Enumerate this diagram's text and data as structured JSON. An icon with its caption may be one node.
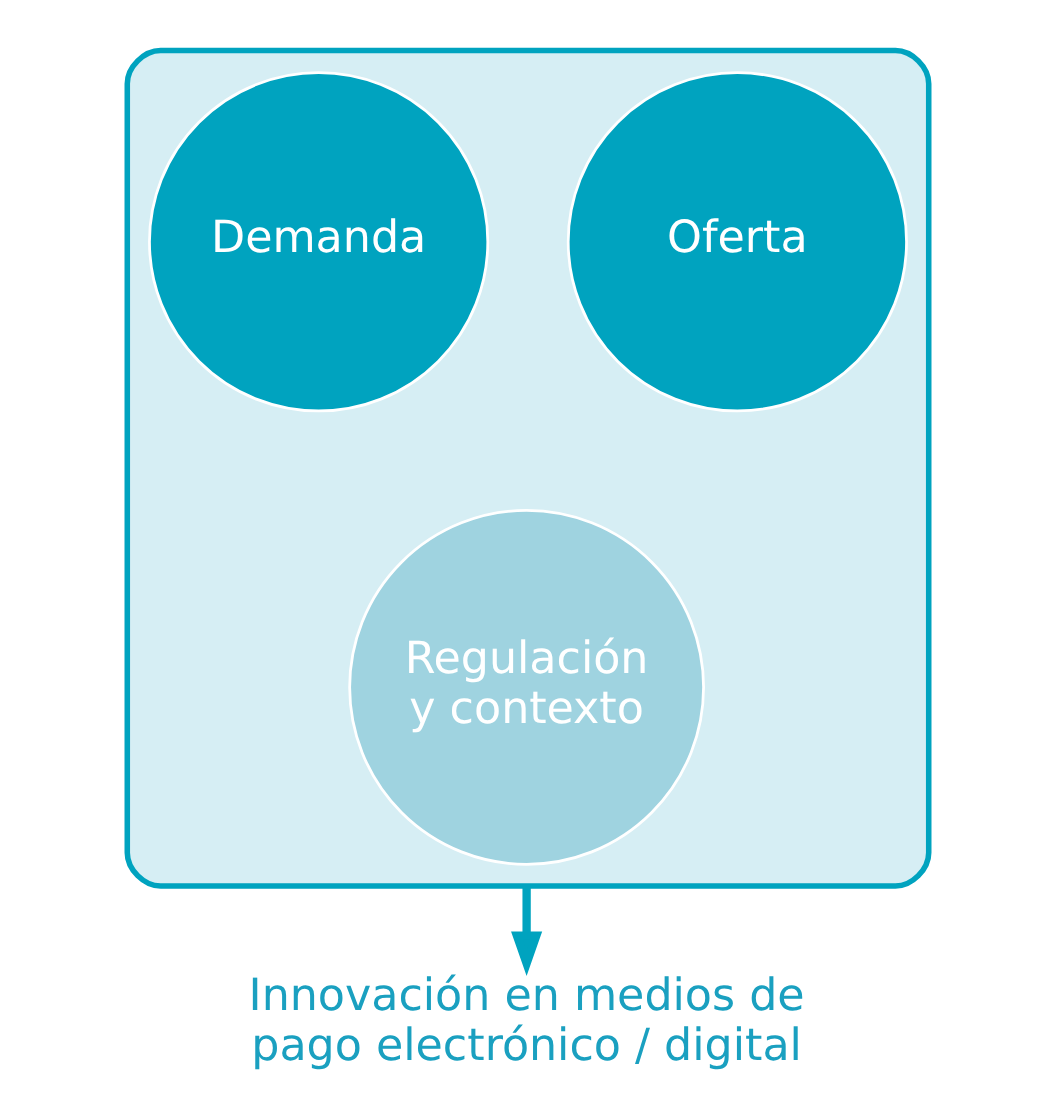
{
  "diagram": {
    "nodes": [
      {
        "text": [],
        "shape": "funnel"
      },
      {
        "text": [
          "Demanda"
        ],
        "in": 0
      },
      {
        "text": [
          "Oferta"
        ],
        "in": 0
      },
      {
        "text": [
          "Regulación y contexto"
        ],
        "in": 0
      },
      {
        "text": [
          "Innovación en medios de pago electrónico / digital"
        ]
      }
    ],
    "edges": [
      {
        "from": 0,
        "to": 4,
        "arrow": "to"
      }
    ]
  }
}
